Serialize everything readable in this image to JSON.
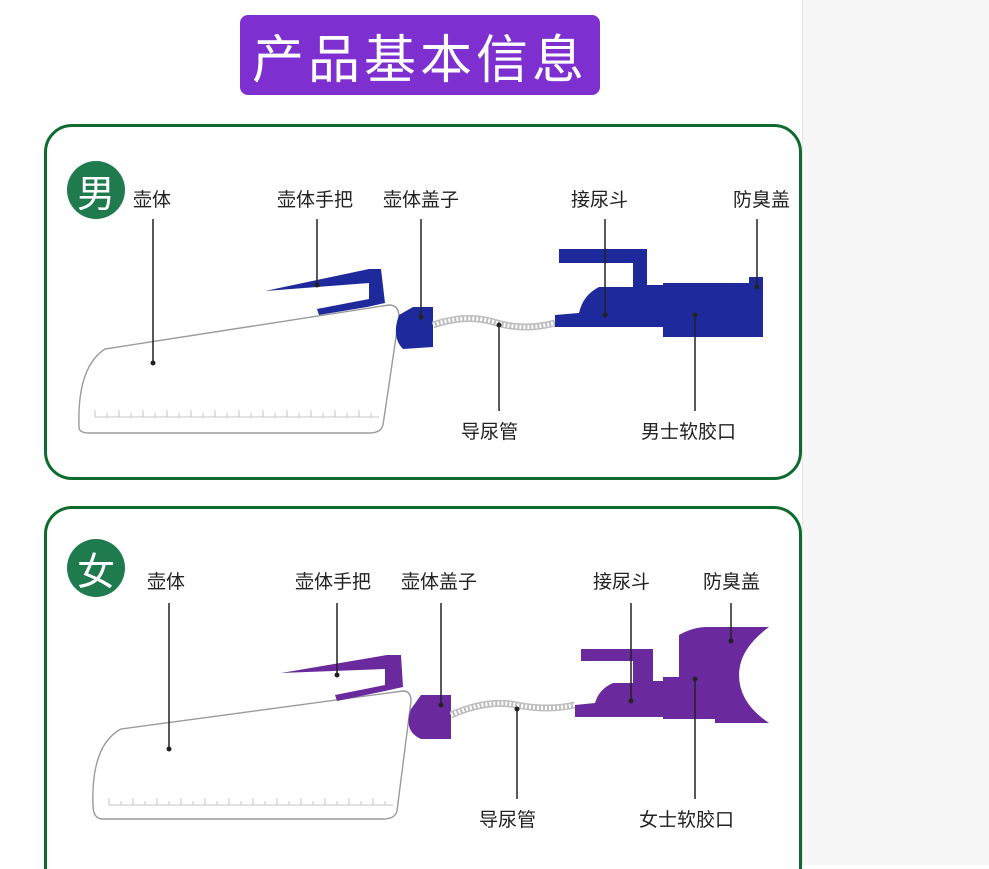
{
  "title": "产品基本信息",
  "colors": {
    "banner": "#7d2fd0",
    "panel_border": "#0e6b2e",
    "gender_circle": "#1f7a4e",
    "male_parts": "#1e2a9c",
    "female_parts": "#6a2a9e"
  },
  "male": {
    "gender": "男",
    "labels": {
      "body": "壶体",
      "handle": "壶体手把",
      "lid": "壶体盖子",
      "funnel": "接尿斗",
      "cap": "防臭盖",
      "tube": "导尿管",
      "mouth": "男士软胶口"
    }
  },
  "female": {
    "gender": "女",
    "labels": {
      "body": "壶体",
      "handle": "壶体手把",
      "lid": "壶体盖子",
      "funnel": "接尿斗",
      "cap": "防臭盖",
      "tube": "导尿管",
      "mouth": "女士软胶口"
    }
  }
}
